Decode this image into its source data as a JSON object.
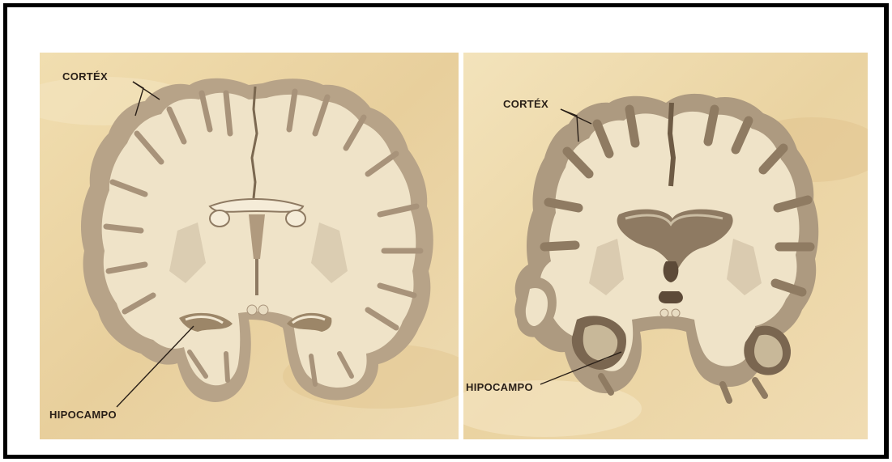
{
  "figure": {
    "left_panel": {
      "cortex_label": "CORTÉX",
      "hippocampus_label": "HIPOCAMPO"
    },
    "right_panel": {
      "cortex_label": "CORTÉX",
      "hippocampus_label": "HIPOCAMPO"
    }
  },
  "colors": {
    "frame": "#000000",
    "background_parchment": "#e9d3a4",
    "white_matter": "#efe3c8",
    "gray_matter": "#b8a68d",
    "ventricle": "#8e7a62"
  }
}
